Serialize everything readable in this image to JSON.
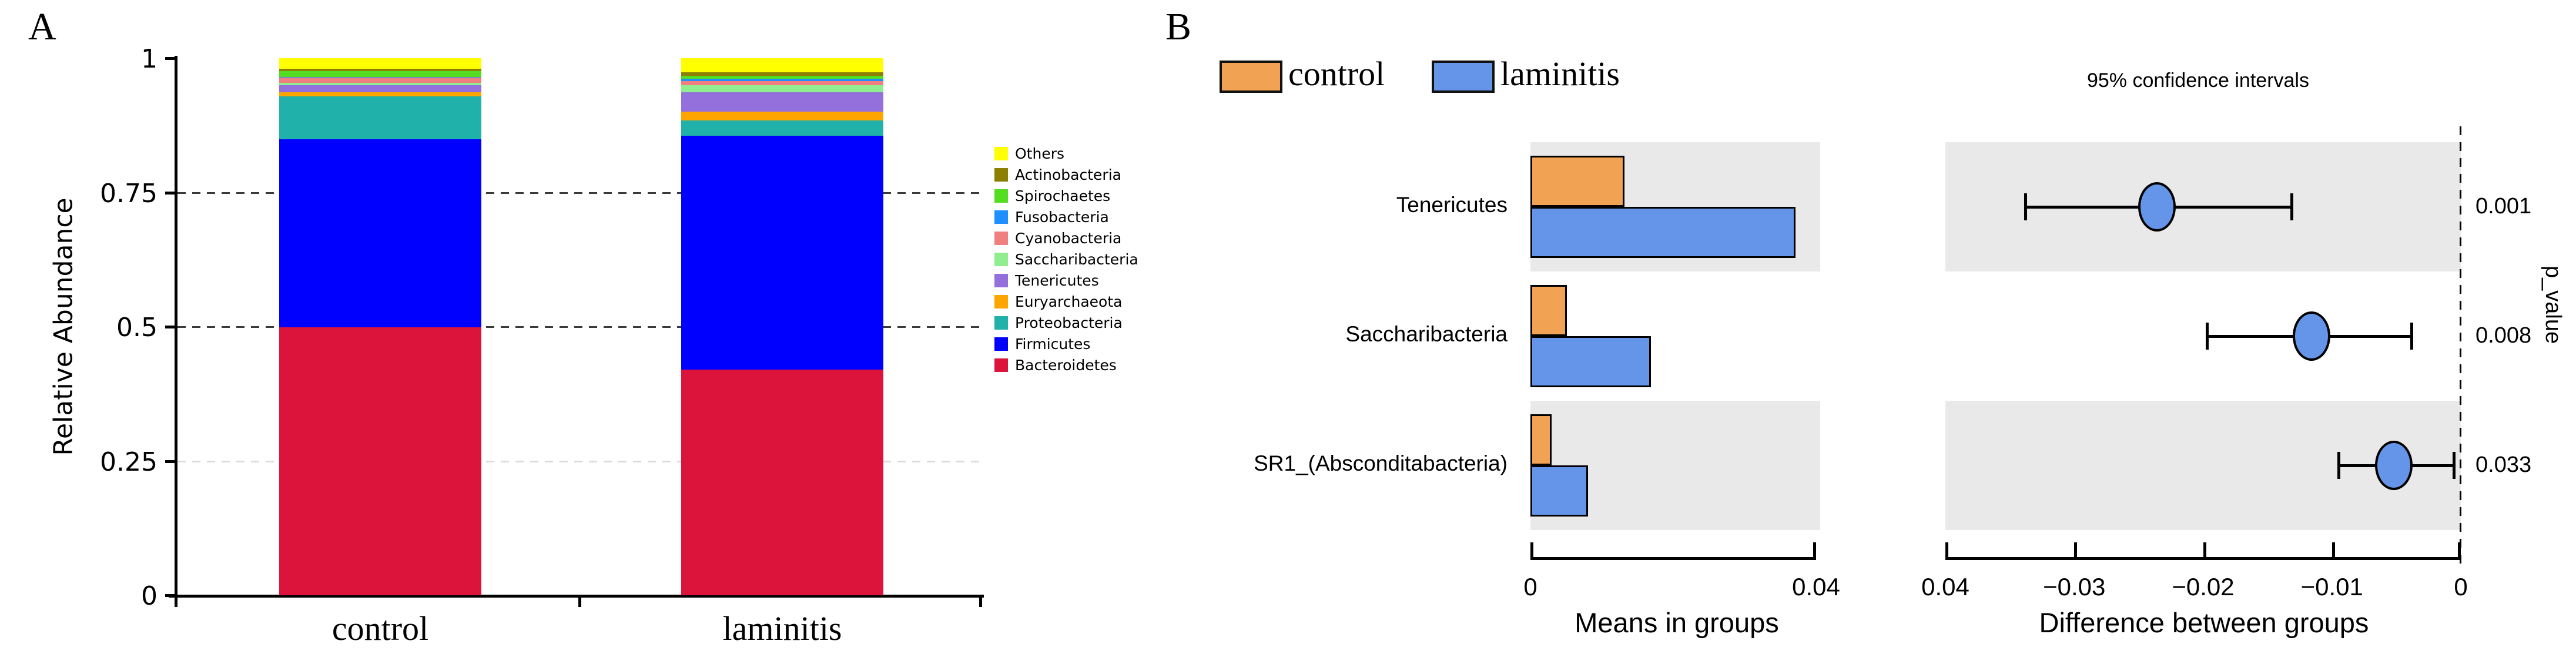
{
  "chart_data": [
    {
      "id": "relative-abundance-stacked-bars",
      "type": "bar",
      "stacked": true,
      "panel_label": "A",
      "ylabel": "Relative Abundance",
      "categories": [
        "control",
        "laminitis"
      ],
      "ylim": [
        0,
        1
      ],
      "yticks": [
        {
          "value": 1,
          "label": "1"
        },
        {
          "value": 0.75,
          "label": "0.75"
        },
        {
          "value": 0.5,
          "label": "0.5"
        },
        {
          "value": 0.25,
          "label": "0.25"
        },
        {
          "value": 0,
          "label": "0"
        }
      ],
      "gridlines": [
        {
          "value": 0.75,
          "strong": true
        },
        {
          "value": 0.5,
          "strong": true
        },
        {
          "value": 0.25,
          "strong": false
        }
      ],
      "series_bottom_to_top": [
        {
          "name": "Bacteroidetes",
          "color": "#DC143C",
          "values": [
            0.499,
            0.42
          ]
        },
        {
          "name": "Firmicutes",
          "color": "#0000FF",
          "values": [
            0.35,
            0.436
          ]
        },
        {
          "name": "Proteobacteria",
          "color": "#20B2AA",
          "values": [
            0.08,
            0.028
          ]
        },
        {
          "name": "Euryarchaeota",
          "color": "#FFA500",
          "values": [
            0.008,
            0.016
          ]
        },
        {
          "name": "Tenericutes",
          "color": "#9370DB",
          "values": [
            0.013,
            0.037
          ]
        },
        {
          "name": "Saccharibacteria",
          "color": "#90EE90",
          "values": [
            0.004,
            0.013
          ]
        },
        {
          "name": "Cyanobacteria",
          "color": "#F08080",
          "values": [
            0.01,
            0.007
          ]
        },
        {
          "name": "Fusobacteria",
          "color": "#1E90FF",
          "values": [
            0.001,
            0.005
          ]
        },
        {
          "name": "Spirochaetes",
          "color": "#55DD22",
          "values": [
            0.011,
            0.005
          ]
        },
        {
          "name": "Actinobacteria",
          "color": "#8B8000",
          "values": [
            0.004,
            0.007
          ]
        },
        {
          "name": "Others",
          "color": "#FFFF00",
          "values": [
            0.02,
            0.026
          ]
        }
      ],
      "legend_top_to_bottom": [
        "Others",
        "Actinobacteria",
        "Spirochaetes",
        "Fusobacteria",
        "Cyanobacteria",
        "Saccharibacteria",
        "Tenericutes",
        "Euryarchaeota",
        "Proteobacteria",
        "Firmicutes",
        "Bacteroidetes"
      ]
    },
    {
      "id": "stamp-extended-error-bar",
      "type": "bar",
      "panel_label": "B",
      "legend": [
        {
          "label": "control",
          "color": "#F2A253"
        },
        {
          "label": "laminitis",
          "color": "#6495E8"
        }
      ],
      "categories": [
        "Tenericutes",
        "Saccharibacteria",
        "SR1_(Absconditabacteria)"
      ],
      "row_shaded": [
        true,
        false,
        true
      ],
      "means": {
        "title": "Means in groups",
        "xlim": [
          0,
          0.04
        ],
        "xticks": [
          {
            "value": 0,
            "label": "0"
          },
          {
            "value": 0.04,
            "label": "0.04"
          }
        ],
        "series": [
          {
            "name": "control",
            "color": "#F2A253",
            "values": [
              0.0132,
              0.0051,
              0.003
            ]
          },
          {
            "name": "laminitis",
            "color": "#6495E8",
            "values": [
              0.0371,
              0.0169,
              0.0081
            ]
          }
        ]
      },
      "difference": {
        "heading": "95% confidence intervals",
        "title": "Difference between groups",
        "xlim": [
          -0.04,
          0
        ],
        "xticks": [
          {
            "value": -0.04,
            "label": "0.04"
          },
          {
            "value": -0.03,
            "label": "−0.03"
          },
          {
            "value": -0.02,
            "label": "−0.02"
          },
          {
            "value": -0.01,
            "label": "−0.01"
          },
          {
            "value": 0,
            "label": "0"
          }
        ],
        "zero_line": 0,
        "marker_color": "#6495E8",
        "points": [
          {
            "category": "Tenericutes",
            "value": -0.0236,
            "ci_low": -0.0338,
            "ci_high": -0.0131,
            "p_value": "0.001"
          },
          {
            "category": "Saccharibacteria",
            "value": -0.0116,
            "ci_low": -0.0197,
            "ci_high": -0.0038,
            "p_value": "0.008"
          },
          {
            "category": "SR1_(Absconditabacteria)",
            "value": -0.0052,
            "ci_low": -0.0095,
            "ci_high": -0.0005,
            "p_value": "0.033"
          }
        ],
        "ylabel_right": "p_value"
      }
    }
  ]
}
